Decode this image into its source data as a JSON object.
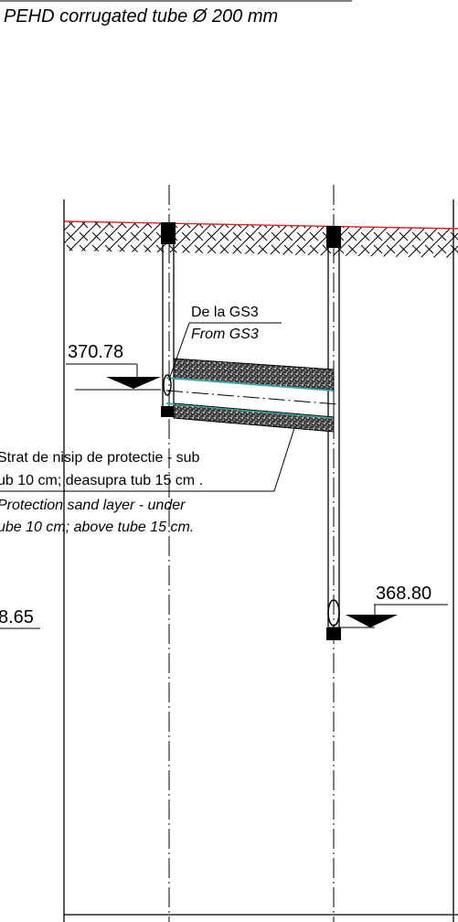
{
  "title": "PEHD corrugated tube Ø 200 mm",
  "source_label": {
    "ro": "De la GS3",
    "en": "From GS3"
  },
  "elevations": {
    "left_invert": "370.78",
    "right_invert": "368.80",
    "partial_left": "8.65"
  },
  "sand_note": {
    "ro_line1": "Strat de nisip de protectie - sub",
    "ro_line2": "ub 10 cm; deasupra tub 15 cm .",
    "en_line1": "Protection sand layer - under",
    "en_line2": "ube 10 cm; above tube 15 cm."
  },
  "colors": {
    "ground_line": "#e02020",
    "pipe_line": "#3fa7a3",
    "ink": "#000000"
  }
}
